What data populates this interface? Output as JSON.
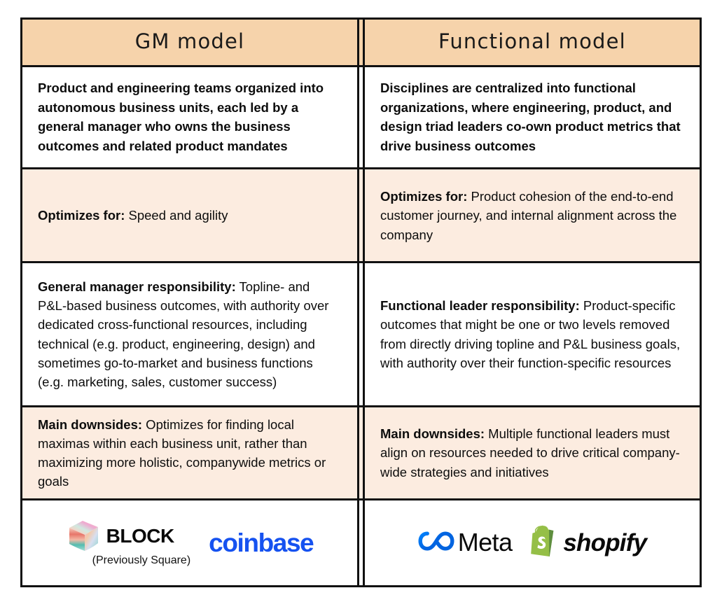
{
  "table": {
    "columns": [
      {
        "id": "gm",
        "header": "GM model"
      },
      {
        "id": "functional",
        "header": "Functional model"
      }
    ],
    "rows": [
      {
        "id": "summary",
        "style": "white",
        "gm": {
          "lead": "",
          "body": "Product and engineering teams organized into autonomous business units, each led by a general manager who owns the business outcomes and related product mandates"
        },
        "functional": {
          "lead": "",
          "body": "Disciplines are centralized into functional organizations, where engineering, product, and design triad leaders co-own product metrics that drive business outcomes"
        }
      },
      {
        "id": "optimizes-for",
        "style": "peach",
        "gm": {
          "lead": "Optimizes for:",
          "body": " Speed and agility"
        },
        "functional": {
          "lead": "Optimizes for:",
          "body": " Product cohesion of the end-to-end customer journey, and internal alignment across the company"
        }
      },
      {
        "id": "responsibility",
        "style": "white",
        "gm": {
          "lead": "General manager responsibility:",
          "body": " Topline- and P&L-based business outcomes, with authority over dedicated cross-functional resources, including technical (e.g. product, engineering, design) and sometimes go-to-market and business functions (e.g. marketing, sales, customer success)"
        },
        "functional": {
          "lead": "Functional leader responsibility:",
          "body": " Product-specific outcomes that might be one or two levels removed from directly driving topline and P&L business goals, with authority over their function-specific resources"
        }
      },
      {
        "id": "downsides",
        "style": "peach",
        "gm": {
          "lead": "Main downsides:",
          "body": " Optimizes for finding local maximas within each business unit, rather than maximizing more holistic, companywide metrics or goals"
        },
        "functional": {
          "lead": "Main downsides:",
          "body": " Multiple functional leaders must align on resources needed to drive critical company-wide strategies and initiatives"
        }
      }
    ],
    "logo_row": {
      "style": "white",
      "gm_logos": [
        {
          "id": "block",
          "name": "BLOCK",
          "subtitle": "(Previously Square)",
          "icon": "block-cube-icon"
        },
        {
          "id": "coinbase",
          "name": "coinbase",
          "color": "#1652f0",
          "icon": "coinbase-wordmark-icon"
        }
      ],
      "functional_logos": [
        {
          "id": "meta",
          "name": "Meta",
          "color": "#0a0a0a",
          "icon": "meta-infinity-icon"
        },
        {
          "id": "shopify",
          "name": "shopify",
          "color": "#0a0a0a",
          "icon": "shopify-bag-icon"
        }
      ]
    }
  },
  "colors": {
    "header_bg": "#f6d3ab",
    "row_peach_bg": "#fcece0",
    "row_white_bg": "#ffffff",
    "border": "#111111",
    "coinbase_blue": "#1652f0",
    "meta_blue": "#0081fb",
    "shopify_green": "#95bf47"
  }
}
